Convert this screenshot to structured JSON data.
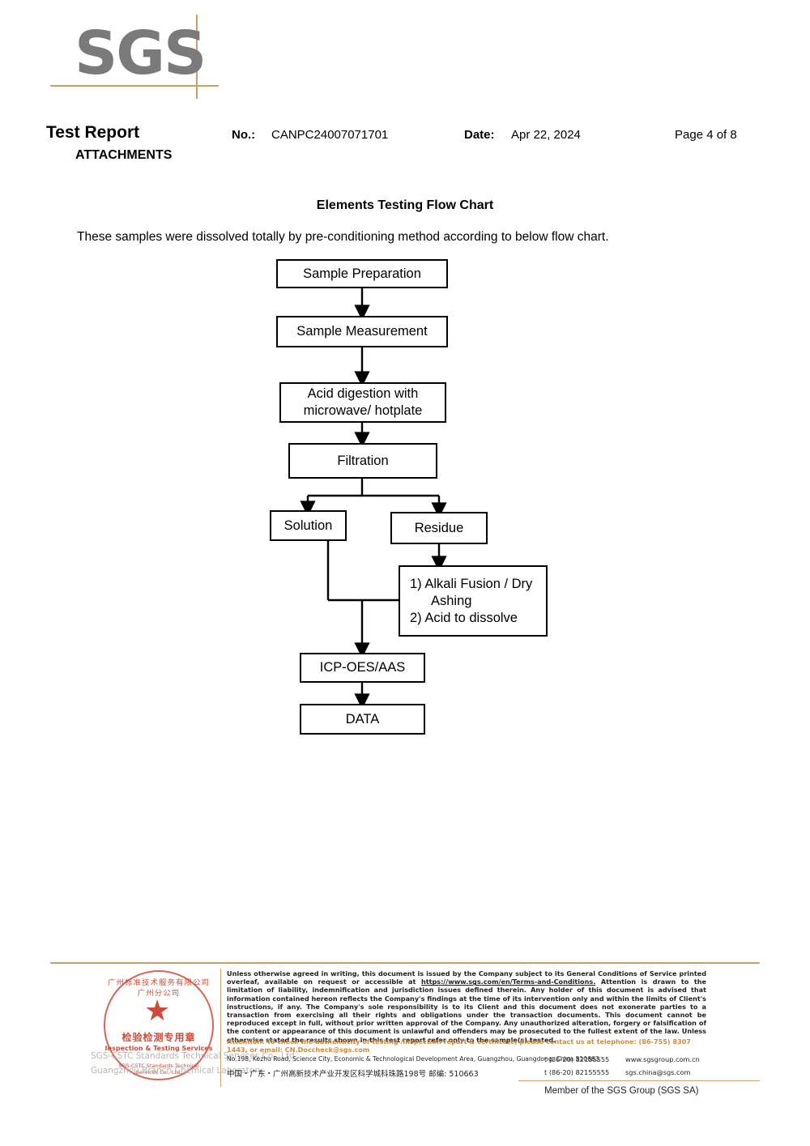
{
  "logo": {
    "text": "SGS",
    "accent_color": "#c9a06a",
    "text_color": "#7a7a7a"
  },
  "header": {
    "title": "Test Report",
    "subtitle": "ATTACHMENTS",
    "no_label": "No.:",
    "no_value": "CANPC24007071701",
    "date_label": "Date:",
    "date_value": "Apr 22, 2024",
    "page": "Page 4 of 8"
  },
  "section": {
    "title": "Elements Testing Flow Chart",
    "intro": "These samples were dissolved totally by pre-conditioning method according to below flow chart."
  },
  "flow_chart": {
    "type": "diagram",
    "nodes": [
      {
        "id": "sample-preparation",
        "label": "Sample Preparation"
      },
      {
        "id": "sample-measurement",
        "label": "Sample Measurement"
      },
      {
        "id": "acid-digestion",
        "label": "Acid digestion with",
        "label2": "microwave/ hotplate"
      },
      {
        "id": "filtration",
        "label": "Filtration"
      },
      {
        "id": "solution",
        "label": "Solution"
      },
      {
        "id": "residue",
        "label": "Residue"
      },
      {
        "id": "alkali-fusion",
        "label": "1) Alkali Fusion / Dry",
        "label2": "Ashing",
        "label3": "2) Acid to dissolve"
      },
      {
        "id": "icp-oes-aas",
        "label": "ICP-OES/AAS"
      },
      {
        "id": "data",
        "label": "DATA"
      }
    ],
    "edges": [
      {
        "from": "sample-preparation",
        "to": "sample-measurement"
      },
      {
        "from": "sample-measurement",
        "to": "acid-digestion"
      },
      {
        "from": "acid-digestion",
        "to": "filtration"
      },
      {
        "from": "filtration",
        "to": "solution"
      },
      {
        "from": "filtration",
        "to": "residue"
      },
      {
        "from": "residue",
        "to": "alkali-fusion"
      },
      {
        "from": "solution",
        "to": "icp-oes-aas"
      },
      {
        "from": "alkali-fusion",
        "to": "icp-oes-aas"
      },
      {
        "from": "icp-oes-aas",
        "to": "data"
      }
    ]
  },
  "stamp": {
    "arc_top": "广州标准技术服务有限公司广州分公司",
    "chinese": "检验检测专用章",
    "english": "Inspection & Testing Services",
    "arc_bottom": "SGS-CSTC Standards Technical Services Co., Ltd.",
    "star": "★",
    "color": "#cf4a3a"
  },
  "watermark": {
    "line1": "SGS-CSTC Standards Technical Services Co., Ltd.",
    "line2": "Guangzhou Branch Chemical Laboratory"
  },
  "footer": {
    "legal_part1": "Unless otherwise agreed in writing, this document is issued by the Company subject to its General Conditions of Service printed overleaf, available on request or accessible at ",
    "legal_url": "https://www.sgs.com/en/Terms-and-Conditions.",
    "legal_part2": " Attention is drawn to the limitation of liability, indemnification and jurisdiction issues defined therein. Any holder of this document is advised that information contained hereon reflects the Company's findings at the time of its intervention only and within the limits of Client's instructions, if any. The Company's sole responsibility is to its Client and this document does not exonerate parties to a transaction from exercising all their rights and obligations under the transaction documents. This document cannot be reproduced except in full, without prior written approval of the Company. Any unauthorized alteration, forgery or falsification of the content or appearance of this document is unlawful and offenders may be prosecuted to the fullest extent of the law. Unless otherwise stated the results shown in this test report refer only to the sample(s) tested.",
    "attention": "Attention: To check the authenticity of testing /inspection report & certificate, please contact us at telephone: (86-755) 8307 1443, or email: CN.Doccheck@sgs.com",
    "attention_color": "#d08a3e",
    "address_en": "No.198, Kezhu Road, Science City, Economic & Technological Development Area, Guangzhou, Guangdong, China 510663",
    "address_cn": "中国・广东・广州高新技术产业开发区科学城科珠路198号    邮编: 510663",
    "tel1": "t (86-20) 82155555",
    "tel2": "t (86-20) 82155555",
    "web1": "www.sgsgroup.com.cn",
    "web2": "sgs.china@sgs.com",
    "member": "Member of the SGS Group (SGS SA)"
  }
}
